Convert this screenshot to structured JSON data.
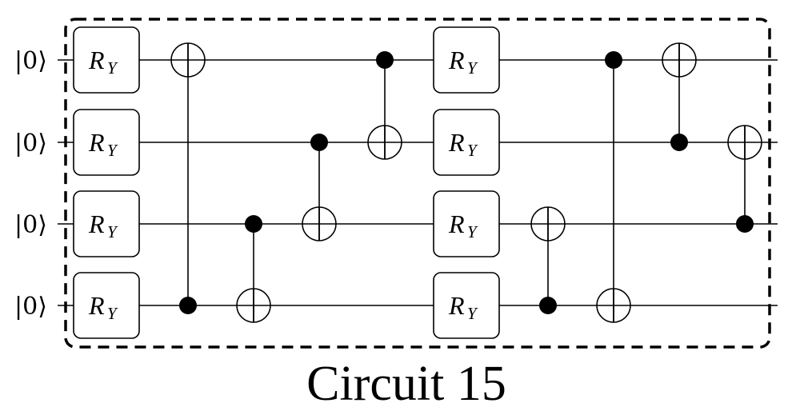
{
  "title": "Circuit 15",
  "num_qubits": 4,
  "qubits": [
    {
      "index": 0,
      "init_label": "|0⟩"
    },
    {
      "index": 1,
      "init_label": "|0⟩"
    },
    {
      "index": 2,
      "init_label": "|0⟩"
    },
    {
      "index": 3,
      "init_label": "|0⟩"
    }
  ],
  "gate_label": {
    "main": "R",
    "sub": "Y"
  },
  "layers": [
    {
      "type": "rotation",
      "name": "RY",
      "qubits": [
        0,
        1,
        2,
        3
      ]
    },
    {
      "type": "cnot",
      "control": 3,
      "target": 0
    },
    {
      "type": "cnot",
      "control": 2,
      "target": 3
    },
    {
      "type": "cnot",
      "control": 1,
      "target": 2
    },
    {
      "type": "cnot",
      "control": 0,
      "target": 1
    },
    {
      "type": "rotation",
      "name": "RY",
      "qubits": [
        0,
        1,
        2,
        3
      ]
    },
    {
      "type": "cnot",
      "control": 3,
      "target": 2
    },
    {
      "type": "cnot",
      "control": 0,
      "target": 3
    },
    {
      "type": "cnot",
      "control": 1,
      "target": 0
    },
    {
      "type": "cnot",
      "control": 2,
      "target": 1
    }
  ],
  "block_style": "dashed-box",
  "colors": {
    "ink": "#000000",
    "background": "#ffffff"
  }
}
